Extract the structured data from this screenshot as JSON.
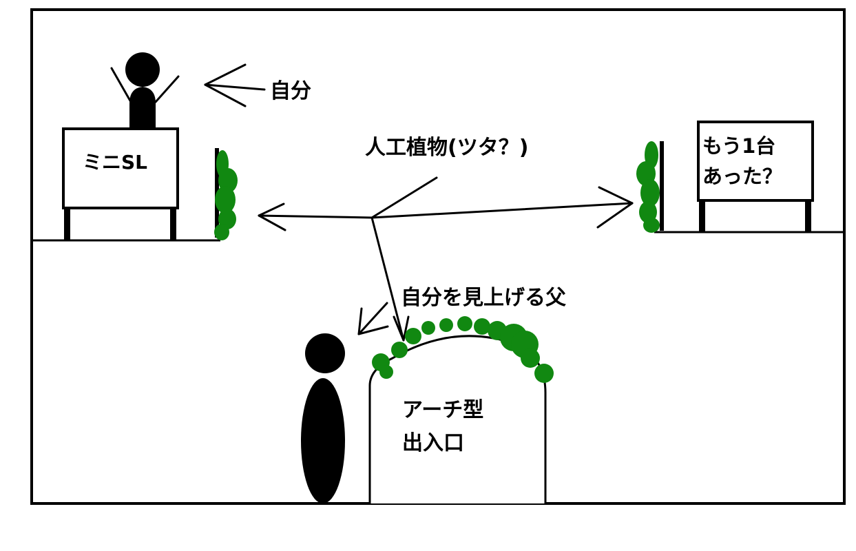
{
  "labels": {
    "self": "自分",
    "mini_sl": "ミニSL",
    "artificial_plant": "人工植物(ツタ？)",
    "another_one_line1": "もう1台",
    "another_one_line2": "あった？",
    "father": "自分を見上げる父",
    "arch_line1": "アーチ型",
    "arch_line2": "出入口"
  },
  "colors": {
    "ink": "#000000",
    "plant": "#118811",
    "paper": "#ffffff"
  },
  "icons": [
    "person-figure",
    "ivy-plant",
    "arrow"
  ]
}
